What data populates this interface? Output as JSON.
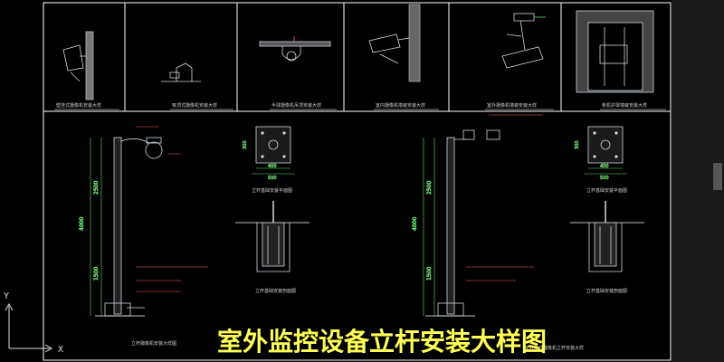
{
  "drawing": {
    "title": "室外监控设备立杆安装大样图",
    "colors": {
      "background": "#000000",
      "frame": "#ffffff",
      "detail_line": "#cfd8e0",
      "dimension": "#6ee06e",
      "annotation": "#ff6060",
      "title": "#ffff55",
      "label": "#cfcfcf"
    }
  },
  "ucs": {
    "x_label": "X",
    "y_label": "Y"
  },
  "top_details": {
    "captions": [
      "壁挂式摄像机安装大样",
      "吸顶式摄像机安装大样",
      "半球摄像机吊顶安装大样",
      "室内摄像机墙装安装大样",
      "室外摄像机墙装安装大样",
      "枪机护罩墙装安装大样"
    ]
  },
  "left_pole": {
    "caption": "立杆摄像机安装大样图",
    "plan_caption": "立杆基础安装平面图",
    "section_caption": "立杆基础安装剖面图",
    "dims": {
      "total": "4000",
      "upper": "2500",
      "lower": "1500",
      "plan_inner": "400",
      "plan_outer": "500",
      "plan_side": "300"
    }
  },
  "right_pole": {
    "caption": "室外枪式摄像机立杆安装大样",
    "plan_caption": "立杆基础安装平面图",
    "section_caption": "立杆基础安装剖面图",
    "dims": {
      "total": "4000",
      "upper": "2500",
      "lower": "1500",
      "plan_inner": "400",
      "plan_outer": "500",
      "plan_side": "300"
    }
  }
}
